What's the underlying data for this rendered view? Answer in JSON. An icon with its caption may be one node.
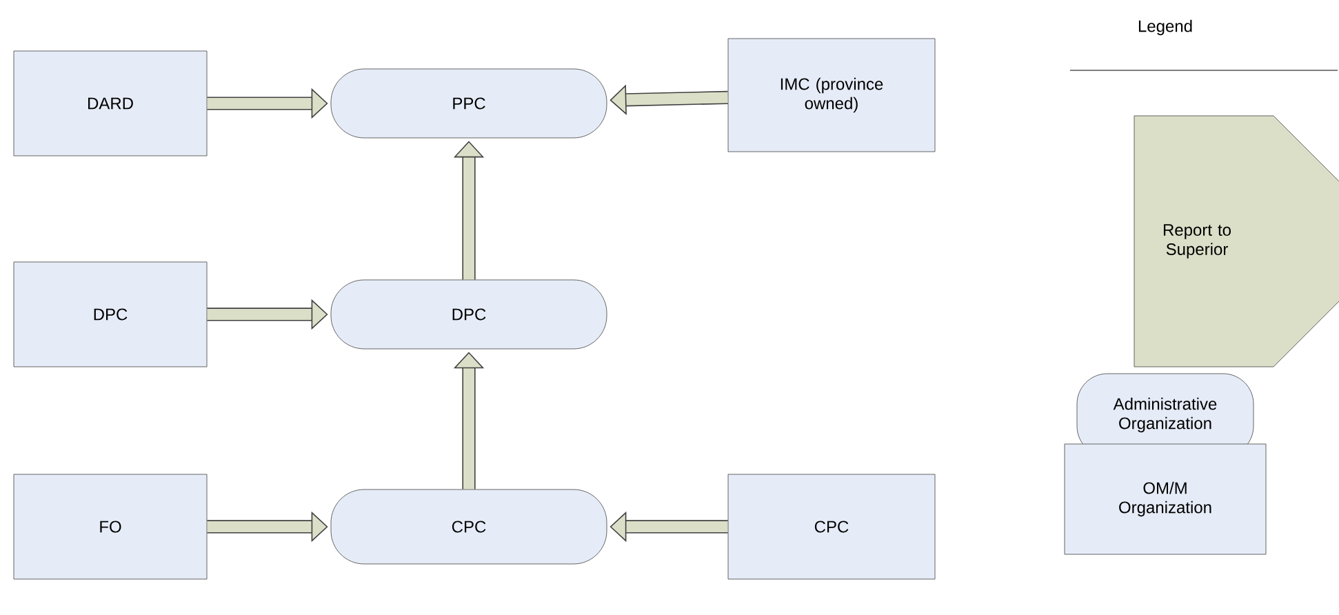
{
  "diagram": {
    "nodes": [
      {
        "text": [
          "DARD"
        ]
      },
      {
        "text": [
          "PPC"
        ]
      },
      {
        "text": [
          "IMC (province owned)"
        ]
      },
      {
        "text": [
          "DPC"
        ]
      },
      {
        "text": [
          "DPC"
        ]
      },
      {
        "text": [
          "FO"
        ]
      },
      {
        "text": [
          "CPC"
        ]
      },
      {
        "text": [
          "CPC"
        ]
      }
    ],
    "edges": [
      {
        "from": 0,
        "to": 1,
        "arrow": "to"
      },
      {
        "from": 2,
        "to": 1,
        "arrow": "to"
      },
      {
        "from": 4,
        "to": 1,
        "arrow": "to"
      },
      {
        "from": 3,
        "to": 4,
        "arrow": "to"
      },
      {
        "from": 6,
        "to": 4,
        "arrow": "to"
      },
      {
        "from": 5,
        "to": 6,
        "arrow": "to"
      },
      {
        "from": 7,
        "to": 6,
        "arrow": "to"
      }
    ],
    "labels": [
      "Legend"
    ],
    "legend": [
      {
        "text": "Report to Superior"
      },
      {
        "text": "Administrative Organization"
      },
      {
        "text": "OM/M Organization"
      }
    ]
  }
}
